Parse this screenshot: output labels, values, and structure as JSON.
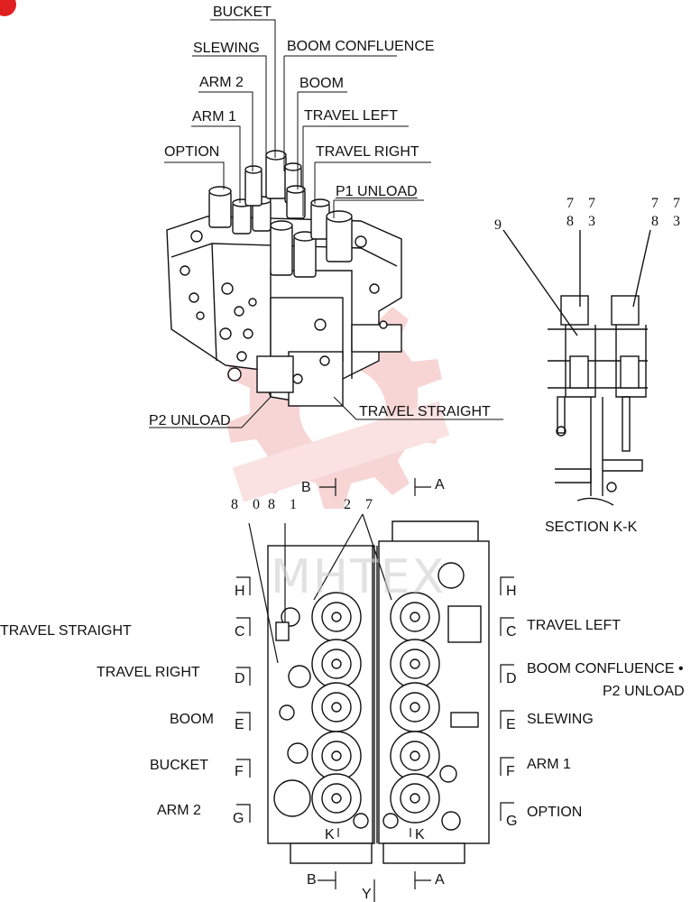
{
  "valve_labels": {
    "bucket": "BUCKET",
    "slewing": "SLEWING",
    "boom_confluence": "BOOM CONFLUENCE",
    "arm2": "ARM 2",
    "boom": "BOOM",
    "arm1": "ARM 1",
    "travel_left": "TRAVEL LEFT",
    "option": "OPTION",
    "travel_right": "TRAVEL RIGHT",
    "p1_unload": "P1 UNLOAD",
    "p2_unload": "P2 UNLOAD",
    "travel_straight": "TRAVEL STRAIGHT"
  },
  "section": {
    "title": "SECTION  K-K",
    "callouts": [
      "9",
      "7 7",
      "8 3",
      "7 7",
      "8 3"
    ]
  },
  "bottom_view": {
    "left_labels": [
      "TRAVEL STRAIGHT",
      "TRAVEL RIGHT",
      "BOOM",
      "BUCKET",
      "ARM 2"
    ],
    "right_labels": [
      "TRAVEL LEFT",
      "BOOM CONFLUENCE •",
      "P2 UNLOAD",
      "SLEWING",
      "ARM 1",
      "OPTION"
    ],
    "left_section_letters": [
      "H",
      "C",
      "D",
      "E",
      "F",
      "G"
    ],
    "right_section_letters": [
      "H",
      "C",
      "D",
      "E",
      "F",
      "G"
    ],
    "section_arrows": {
      "b_top": "B",
      "a_top": "A",
      "b_bottom": "B",
      "a_bottom": "A",
      "k_left": "K",
      "k_right": "K",
      "y": "Y"
    },
    "callouts": [
      "8 0",
      "8 1",
      "2 7"
    ]
  },
  "watermark": "MHTEX",
  "colors": {
    "line": "#111111",
    "watermark": "#f2b4b4",
    "badge": "#e02020"
  }
}
